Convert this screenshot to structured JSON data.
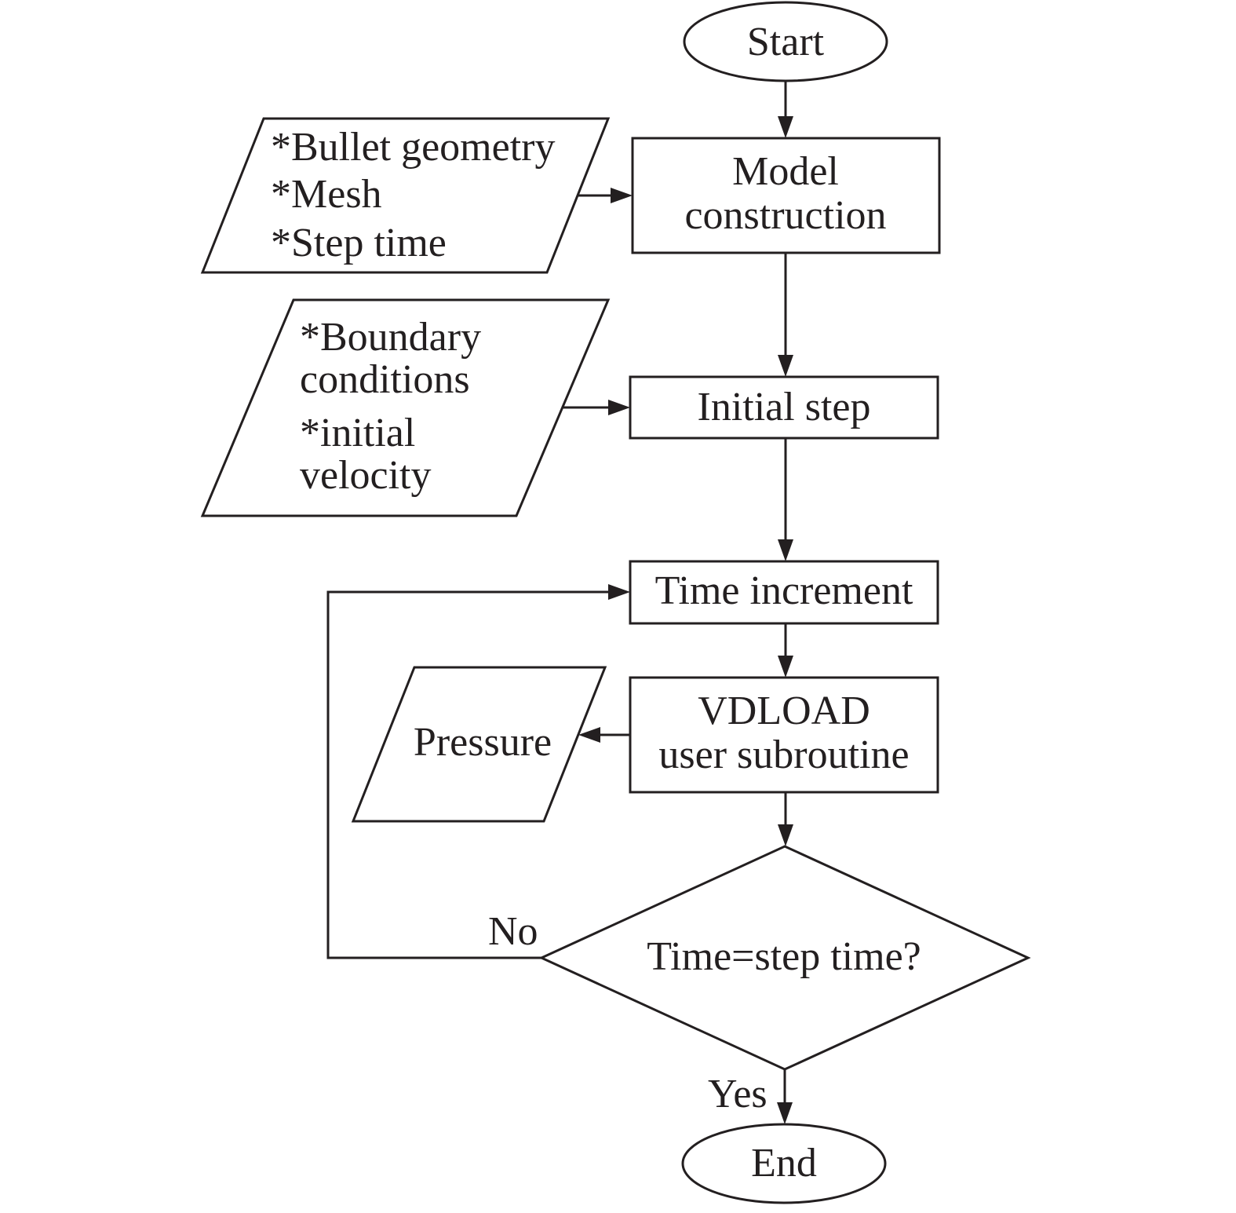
{
  "nodes": {
    "start": "Start",
    "input_model": [
      "*Bullet geometry",
      "*Mesh",
      "*Step time"
    ],
    "model_construction": [
      "Model",
      "construction"
    ],
    "input_initial": [
      "*Boundary",
      "conditions",
      "*initial",
      "velocity"
    ],
    "initial_step": "Initial step",
    "time_increment": "Time increment",
    "output_pressure": "Pressure",
    "vdload": [
      "VDLOAD",
      "user subroutine"
    ],
    "decision": "Time=step time?",
    "end": "End"
  },
  "edges": {
    "no_label": "No",
    "yes_label": "Yes"
  }
}
